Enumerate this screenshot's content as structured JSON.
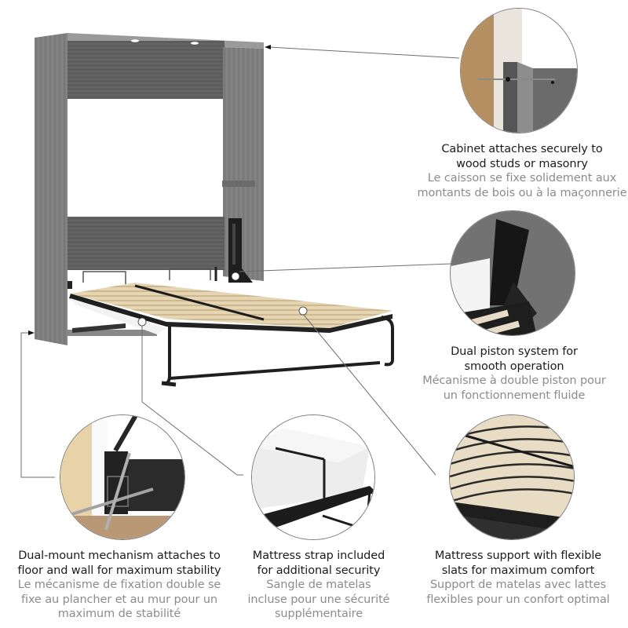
{
  "product": "Murphy wall bed with cabinet and flexible wood slats",
  "colors": {
    "cabinet_gray": "#7d7d7d",
    "cabinet_dark": "#5a5a5a",
    "slat_wood": "#e4d3b1",
    "metal_black": "#1f1f1f",
    "text_en": "#1c1c1c",
    "text_fr": "#8c8c8c",
    "callout_line": "#6e6e6e"
  },
  "features": [
    {
      "id": "cabinet-attachment",
      "icon": "wall-anchor-detail",
      "en": [
        "Cabinet attaches securely to",
        "wood studs or masonry"
      ],
      "fr": [
        "Le caisson se fixe solidement aux",
        "montants de bois ou à la maçonnerie"
      ]
    },
    {
      "id": "dual-piston",
      "icon": "piston-detail",
      "en": [
        "Dual piston system for",
        "smooth operation"
      ],
      "fr": [
        "Mécanisme à double piston pour",
        "un fonctionnement fluide"
      ]
    },
    {
      "id": "dual-mount",
      "icon": "floor-wall-screw-detail",
      "en": [
        "Dual-mount mechanism attaches to",
        "floor and wall for maximum stability"
      ],
      "fr": [
        "Le mécanisme de fixation double se",
        "fixe au plancher et au mur pour un",
        "maximum de stabilité"
      ]
    },
    {
      "id": "mattress-strap",
      "icon": "mattress-strap-detail",
      "en": [
        "Mattress strap included",
        "for additional security"
      ],
      "fr": [
        "Sangle de matelas",
        "incluse pour une sécurité",
        "supplémentaire"
      ]
    },
    {
      "id": "flexible-slats",
      "icon": "wood-slats-detail",
      "en": [
        "Mattress support with flexible",
        "slats for maximum comfort"
      ],
      "fr": [
        "Support de matelas avec lattes",
        "flexibles pour un confort optimal"
      ]
    }
  ]
}
